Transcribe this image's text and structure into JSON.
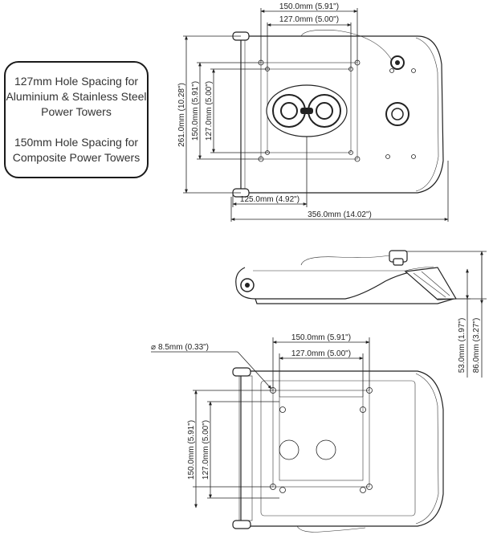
{
  "note": {
    "aluminium_line": "127mm Hole Spacing for Aluminium & Stainless Steel Power Towers",
    "composite_line": "150mm Hole Spacing for Composite Power Towers"
  },
  "top_view": {
    "dim_150_h": "150.0mm (5.91\")",
    "dim_127_h": "127.0mm (5.00\")",
    "dim_261_v": "261.0mm (10.28\")",
    "dim_150_v": "150.0mm (5.91\")",
    "dim_127_v": "127.0mm (5.00\")",
    "dim_125_h": "125.0mm (4.92\")",
    "dim_356_h": "356.0mm (14.02\")"
  },
  "side_view": {
    "dim_53_v": "53.0mm (1.97\")",
    "dim_86_v": "86.0mm (3.27\")"
  },
  "bottom_view": {
    "hole_dia": "8.5mm (0.33\")",
    "dim_150_h": "150.0mm (5.91\")",
    "dim_127_h": "127.0mm (5.00\")",
    "dim_150_v": "150.0mm (5.91\")",
    "dim_127_v": "127.0mm (5.00\")"
  }
}
